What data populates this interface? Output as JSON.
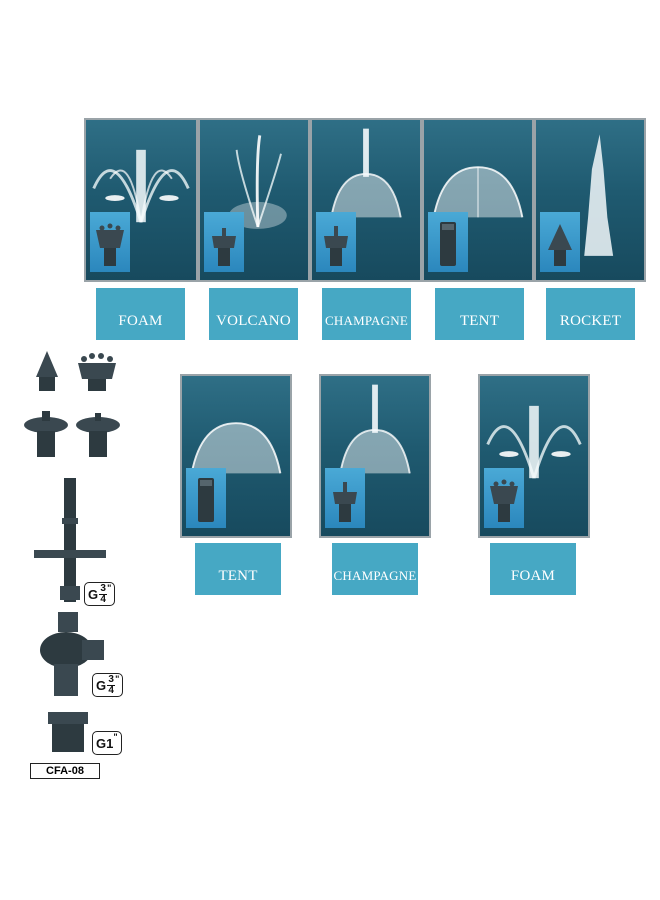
{
  "top_row": [
    {
      "label": "FOAM",
      "nozzle": "foam-nozzle-icon"
    },
    {
      "label": "VOLCANO",
      "nozzle": "volcano-nozzle-icon"
    },
    {
      "label": "CHAMPAGNE",
      "nozzle": "champagne-nozzle-icon"
    },
    {
      "label": "TENT",
      "nozzle": "tent-nozzle-icon"
    },
    {
      "label": "ROCKET",
      "nozzle": "rocket-nozzle-icon"
    }
  ],
  "bottom_row": [
    {
      "label": "TENT",
      "nozzle": "tent-nozzle-icon"
    },
    {
      "label": "CHAMPAGNE",
      "nozzle": "champagne-nozzle-icon"
    },
    {
      "label": "FOAM",
      "nozzle": "foam-nozzle-icon"
    }
  ],
  "fittings": {
    "extension_thread": {
      "prefix": "G",
      "num": "3",
      "den": "4",
      "mark": "\""
    },
    "tee_thread": {
      "prefix": "G",
      "num": "3",
      "den": "4",
      "mark": "\""
    },
    "adapter_thread": {
      "text": "G1",
      "mark": "\""
    },
    "model": "CFA-08"
  },
  "colors": {
    "label_bg": "#46a8c4",
    "water": "#1f5a70",
    "part": "#2d3a40"
  }
}
